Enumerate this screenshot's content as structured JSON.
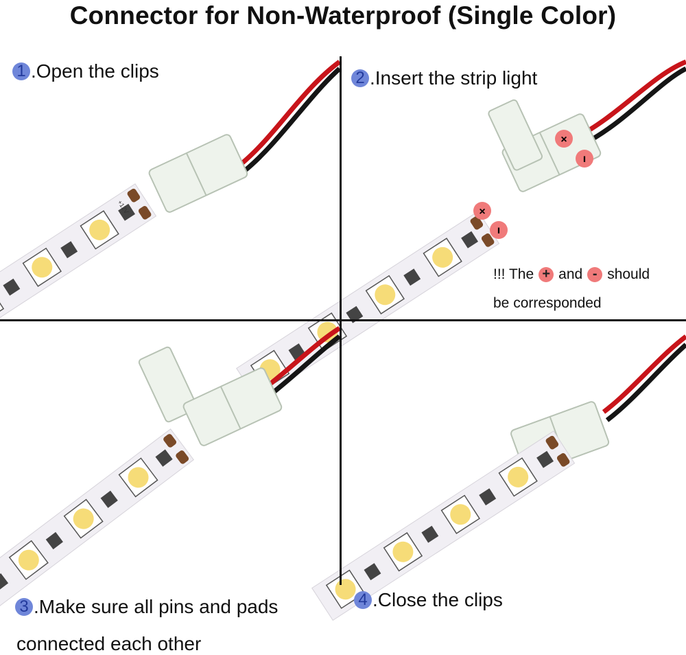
{
  "title": "Connector for Non-Waterproof (Single Color)",
  "steps": [
    {
      "number": "1",
      "text": ".Open the clips"
    },
    {
      "number": "2",
      "text": ".Insert the strip light"
    },
    {
      "number": "3",
      "text": ".Make sure all pins and pads",
      "text2": "connected each other"
    },
    {
      "number": "4",
      "text": ".Close the clips"
    }
  ],
  "note": {
    "prefix": "!!! The",
    "plus": "+",
    "middle": "and",
    "minus": "-",
    "suffix": "should",
    "line2": "be corresponded"
  },
  "strip_label": "+12V",
  "colors": {
    "number_badge": "#6f86d9",
    "polarity_badge": "#f07a7a",
    "wire_red": "#c8141a",
    "wire_black": "#151515"
  }
}
